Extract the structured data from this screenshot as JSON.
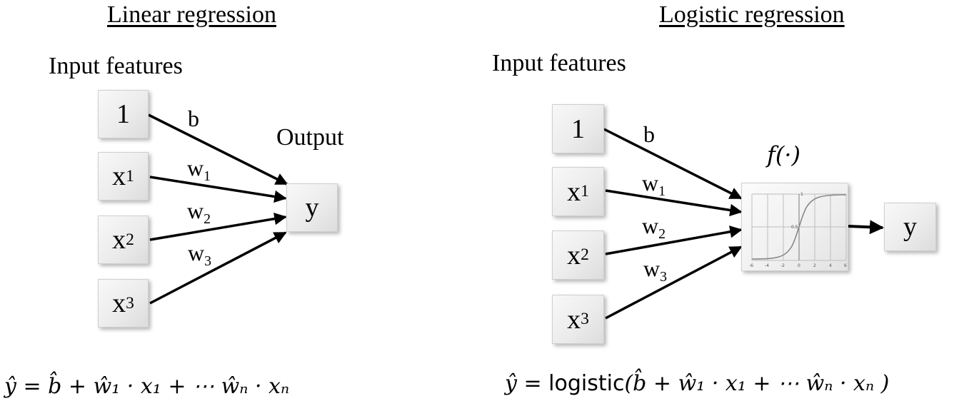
{
  "linear": {
    "title": "Linear regression",
    "input_heading": "Input features",
    "output_heading": "Output",
    "nodes": {
      "bias": "1",
      "x1": "x",
      "x1_sub": "1",
      "x2": "x",
      "x2_sub": "2",
      "x3": "x",
      "x3_sub": "3",
      "y": "y"
    },
    "edges": {
      "b": "b",
      "w1": "w",
      "w1_sub": "1",
      "w2": "w",
      "w2_sub": "2",
      "w3": "w",
      "w3_sub": "3"
    },
    "formula": "ŷ = b̂ + ŵ₁ · x₁ + ⋯ ŵₙ · xₙ"
  },
  "logistic": {
    "title": "Logistic regression",
    "input_heading": "Input features",
    "function_label": "f(·)",
    "nodes": {
      "bias": "1",
      "x1": "x",
      "x1_sub": "1",
      "x2": "x",
      "x2_sub": "2",
      "x3": "x",
      "x3_sub": "3",
      "y": "y"
    },
    "edges": {
      "b": "b",
      "w1": "w",
      "w1_sub": "1",
      "w2": "w",
      "w2_sub": "2",
      "w3": "w",
      "w3_sub": "3"
    },
    "sigmoid_x_ticks": [
      "-6",
      "-4",
      "-2",
      "0",
      "2",
      "4",
      "6"
    ],
    "sigmoid_y_ticks": [
      "1",
      "0.5"
    ],
    "formula_lhs": "ŷ =",
    "formula_fn": "logistic",
    "formula_rhs": "(b̂ + ŵ₁ · x₁ + ⋯ ŵₙ · xₙ )"
  },
  "colors": {
    "arrow": "#000000",
    "node_border": "#cfcfcf",
    "curve": "#888888"
  }
}
